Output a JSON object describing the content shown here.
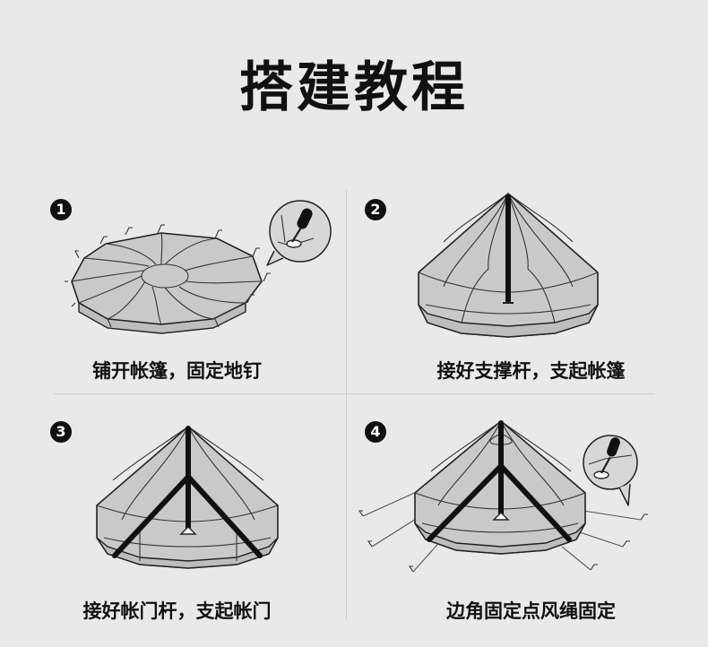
{
  "title": "搭建教程",
  "steps": [
    {
      "number": "1",
      "caption": "铺开帐篷，固定地钉"
    },
    {
      "number": "2",
      "caption": "接好支撑杆，支起帐篷"
    },
    {
      "number": "3",
      "caption": "接好帐门杆，支起帐门"
    },
    {
      "number": "4",
      "caption": "边角固定点风绳固定"
    }
  ]
}
